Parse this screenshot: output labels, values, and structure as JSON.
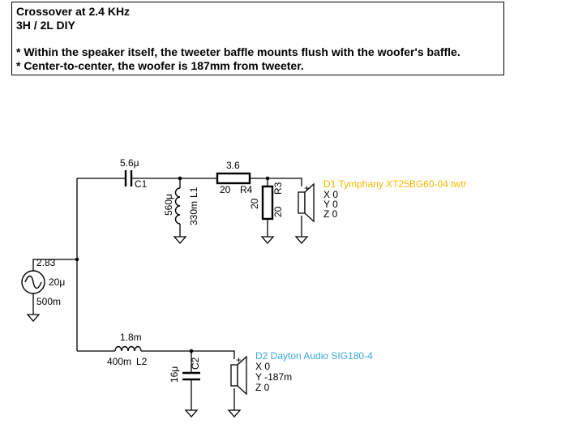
{
  "notes": {
    "title": "Crossover at 2.4 KHz",
    "subtitle": "3H / 2L DIY",
    "lines": [
      "* Within the speaker itself, the tweeter baffle mounts flush with the woofer's baffle.",
      "* Center-to-center, the woofer is 187mm from tweeter."
    ]
  },
  "source": {
    "voltage": "2.83",
    "inductance": "20μ",
    "resistance": "500m"
  },
  "C1": {
    "value": "5.6μ",
    "name": "C1"
  },
  "L1": {
    "value": "560μ",
    "resistance": "330m",
    "name": "L1"
  },
  "R4": {
    "value": "3.6",
    "watts": "20",
    "name": "R4"
  },
  "R3": {
    "value": "20",
    "watts": "20",
    "name": "R3"
  },
  "L2": {
    "value": "1.8m",
    "resistance": "400m",
    "name": "L2"
  },
  "C2": {
    "value": "16μ",
    "name": "C2"
  },
  "driver1": {
    "label": "D1 Tymphany XT25BG60-04 twtr",
    "x": "X 0",
    "y": "Y 0",
    "z": "Z 0",
    "color": "#f5b800"
  },
  "driver2": {
    "label": "D2 Dayton Audio SIG180-4",
    "x": "X 0",
    "y": "Y -187m",
    "z": "Z 0",
    "color": "#3aa6dc"
  },
  "polarity": "+"
}
